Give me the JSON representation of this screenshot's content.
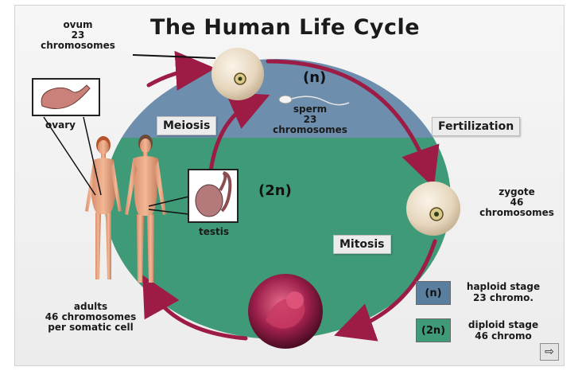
{
  "title": "The Human Life Cycle",
  "labels": {
    "ovum": [
      "ovum",
      "23",
      "chromosomes"
    ],
    "sperm": [
      "sperm",
      "23",
      "chromosomes"
    ],
    "zygote": [
      "zygote",
      "46",
      "chromosomes"
    ],
    "adults": [
      "adults",
      "46 chromosomes",
      "per somatic cell"
    ],
    "ovary": "ovary",
    "testis": "testis"
  },
  "stages": {
    "meiosis": "Meiosis",
    "fertilization": "Fertilization",
    "mitosis": "Mitosis"
  },
  "ploidy": {
    "haploid_marker": "(n)",
    "diploid_marker": "(2n)"
  },
  "legend": [
    {
      "swatch": "(n)",
      "line1": "haploid stage",
      "line2": "23 chromo.",
      "color": "#5a7f9e"
    },
    {
      "swatch": "(2n)",
      "line1": "diploid stage",
      "line2": "46 chromo",
      "color": "#3f9a78"
    }
  ],
  "colors": {
    "haploid": "#6d8ead",
    "diploid": "#3f9a78",
    "arrow": "#9c1c45",
    "cell": "#efe2cf"
  },
  "icons": {
    "next": "arrow-right-icon"
  }
}
